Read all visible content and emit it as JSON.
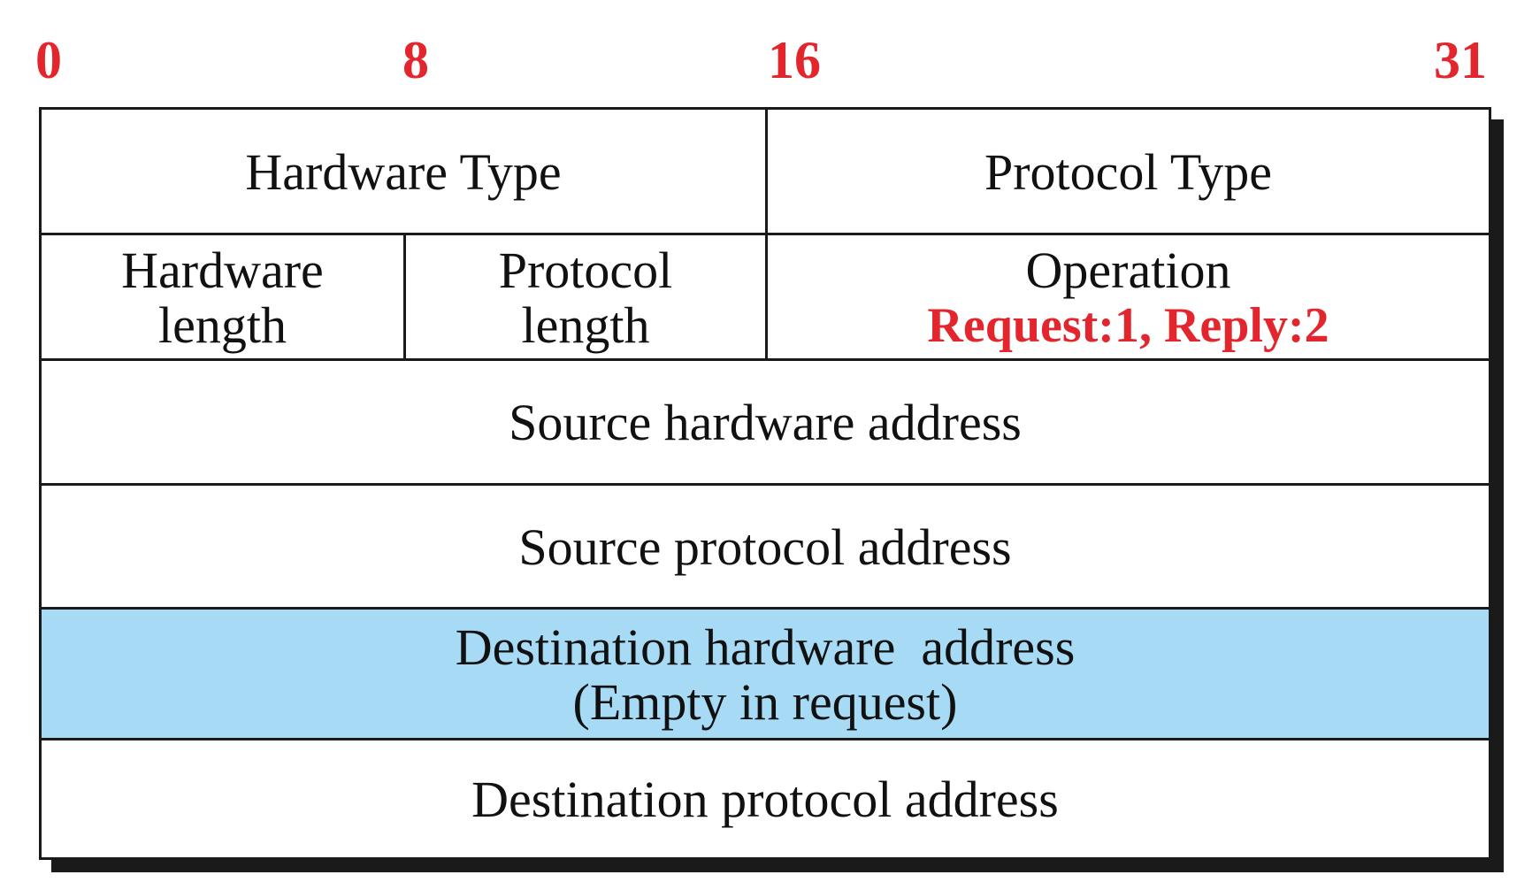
{
  "bit_labels": [
    "0",
    "8",
    "16",
    "31"
  ],
  "colors": {
    "bit_label": "#e3262d",
    "highlight_text": "#e3262d",
    "highlight_row": "#a6daf5",
    "border": "#1a1a1a"
  },
  "rows": [
    {
      "cells": [
        {
          "lines": [
            "Hardware Type"
          ]
        },
        {
          "lines": [
            "Protocol Type"
          ]
        }
      ]
    },
    {
      "cells": [
        {
          "lines": [
            "Hardware",
            "length"
          ]
        },
        {
          "lines": [
            "Protocol",
            "length"
          ]
        },
        {
          "lines": [
            "Operation"
          ],
          "highlight": "Request:1, Reply:2"
        }
      ]
    },
    {
      "cells": [
        {
          "lines": [
            "Source hardware address"
          ]
        }
      ]
    },
    {
      "cells": [
        {
          "lines": [
            "Source protocol address"
          ]
        }
      ]
    },
    {
      "cells": [
        {
          "lines": [
            "Destination hardware  address",
            "(Empty in request)"
          ]
        }
      ]
    },
    {
      "cells": [
        {
          "lines": [
            "Destination protocol address"
          ]
        }
      ]
    }
  ]
}
